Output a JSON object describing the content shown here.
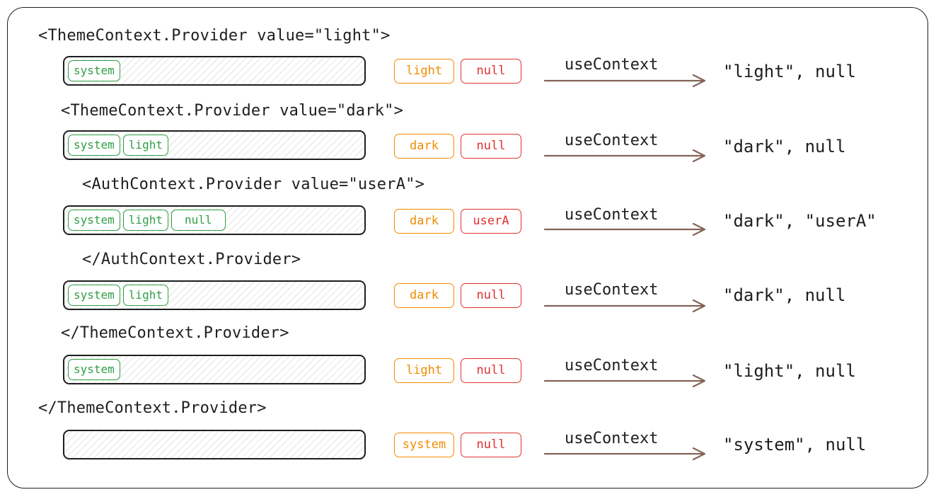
{
  "tags": [
    "<ThemeContext.Provider value=\"light\">",
    "<ThemeContext.Provider value=\"dark\">",
    "<AuthContext.Provider value=\"userA\">",
    "</AuthContext.Provider>",
    "</ThemeContext.Provider>",
    "</ThemeContext.Provider>"
  ],
  "rows": [
    {
      "stack": [
        "system"
      ],
      "theme_value": "light",
      "auth_value": "null",
      "hook": "useContext",
      "result": "\"light\", null"
    },
    {
      "stack": [
        "system",
        "light"
      ],
      "theme_value": "dark",
      "auth_value": "null",
      "hook": "useContext",
      "result": "\"dark\", null"
    },
    {
      "stack": [
        "system",
        "light",
        "null"
      ],
      "theme_value": "dark",
      "auth_value": "userA",
      "hook": "useContext",
      "result": "\"dark\", \"userA\""
    },
    {
      "stack": [
        "system",
        "light"
      ],
      "theme_value": "dark",
      "auth_value": "null",
      "hook": "useContext",
      "result": "\"dark\", null"
    },
    {
      "stack": [
        "system"
      ],
      "theme_value": "light",
      "auth_value": "null",
      "hook": "useContext",
      "result": "\"light\", null"
    },
    {
      "stack": [],
      "theme_value": "system",
      "auth_value": "null",
      "hook": "useContext",
      "result": "\"system\", null"
    }
  ],
  "colors": {
    "stack_chip": "#2f9e44",
    "theme_value": "#f08c00",
    "auth_value": "#e03131",
    "arrow": "#846358",
    "ink": "#1e1e1e"
  }
}
